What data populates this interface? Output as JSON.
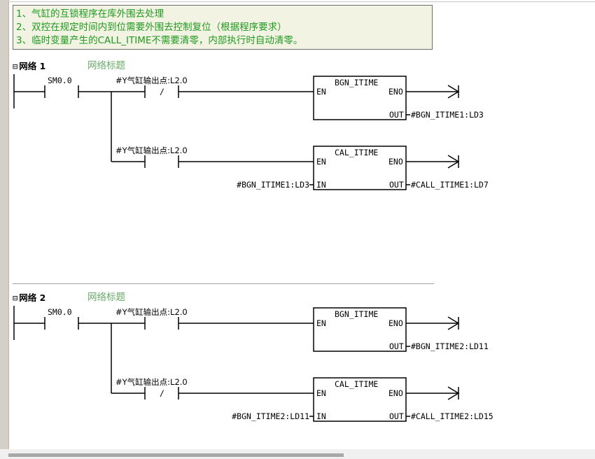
{
  "comments": [
    "1、气缸的互锁程序在库外围去处理",
    "2、双控在规定时间内到位需要外围去控制复位（根据程序要求）",
    "3、临时变量产生的CALL_ITIME不需要清零，内部执行时自动清零。"
  ],
  "networks": [
    {
      "collapse_glyph": "⊟",
      "label": "网络 1",
      "title": "网络标题",
      "contacts": {
        "c1": {
          "operand": "SM0.0",
          "negated": false
        },
        "c2": {
          "operand": "#Y气缸输出点:L2.0",
          "negated": true
        },
        "c3": {
          "operand": "#Y气缸输出点:L2.0",
          "negated": false
        }
      },
      "contact_slash": "/",
      "blocks": {
        "bgn": {
          "name": "BGN_ITIME",
          "en": "EN",
          "eno": "ENO",
          "out_pin": "OUT",
          "out_operand": "#BGN_ITIME1:LD3"
        },
        "cal": {
          "name": "CAL_ITIME",
          "en": "EN",
          "in_pin": "IN",
          "in_operand": "#BGN_ITIME1:LD3",
          "eno": "ENO",
          "out_pin": "OUT",
          "out_operand": "#CALL_ITIME1:LD7"
        }
      }
    },
    {
      "collapse_glyph": "⊟",
      "label": "网络 2",
      "title": "网络标题",
      "contacts": {
        "c1": {
          "operand": "SM0.0",
          "negated": false
        },
        "c2": {
          "operand": "#Y气缸输出点:L2.0",
          "negated": false
        },
        "c3": {
          "operand": "#Y气缸输出点:L2.0",
          "negated": true
        }
      },
      "contact_slash": "/",
      "blocks": {
        "bgn": {
          "name": "BGN_ITIME",
          "en": "EN",
          "eno": "ENO",
          "out_pin": "OUT",
          "out_operand": "#BGN_ITIME2:LD11"
        },
        "cal": {
          "name": "CAL_ITIME",
          "en": "EN",
          "in_pin": "IN",
          "in_operand": "#BGN_ITIME2:LD11",
          "eno": "ENO",
          "out_pin": "OUT",
          "out_operand": "#CALL_ITIME2:LD15"
        }
      }
    }
  ]
}
